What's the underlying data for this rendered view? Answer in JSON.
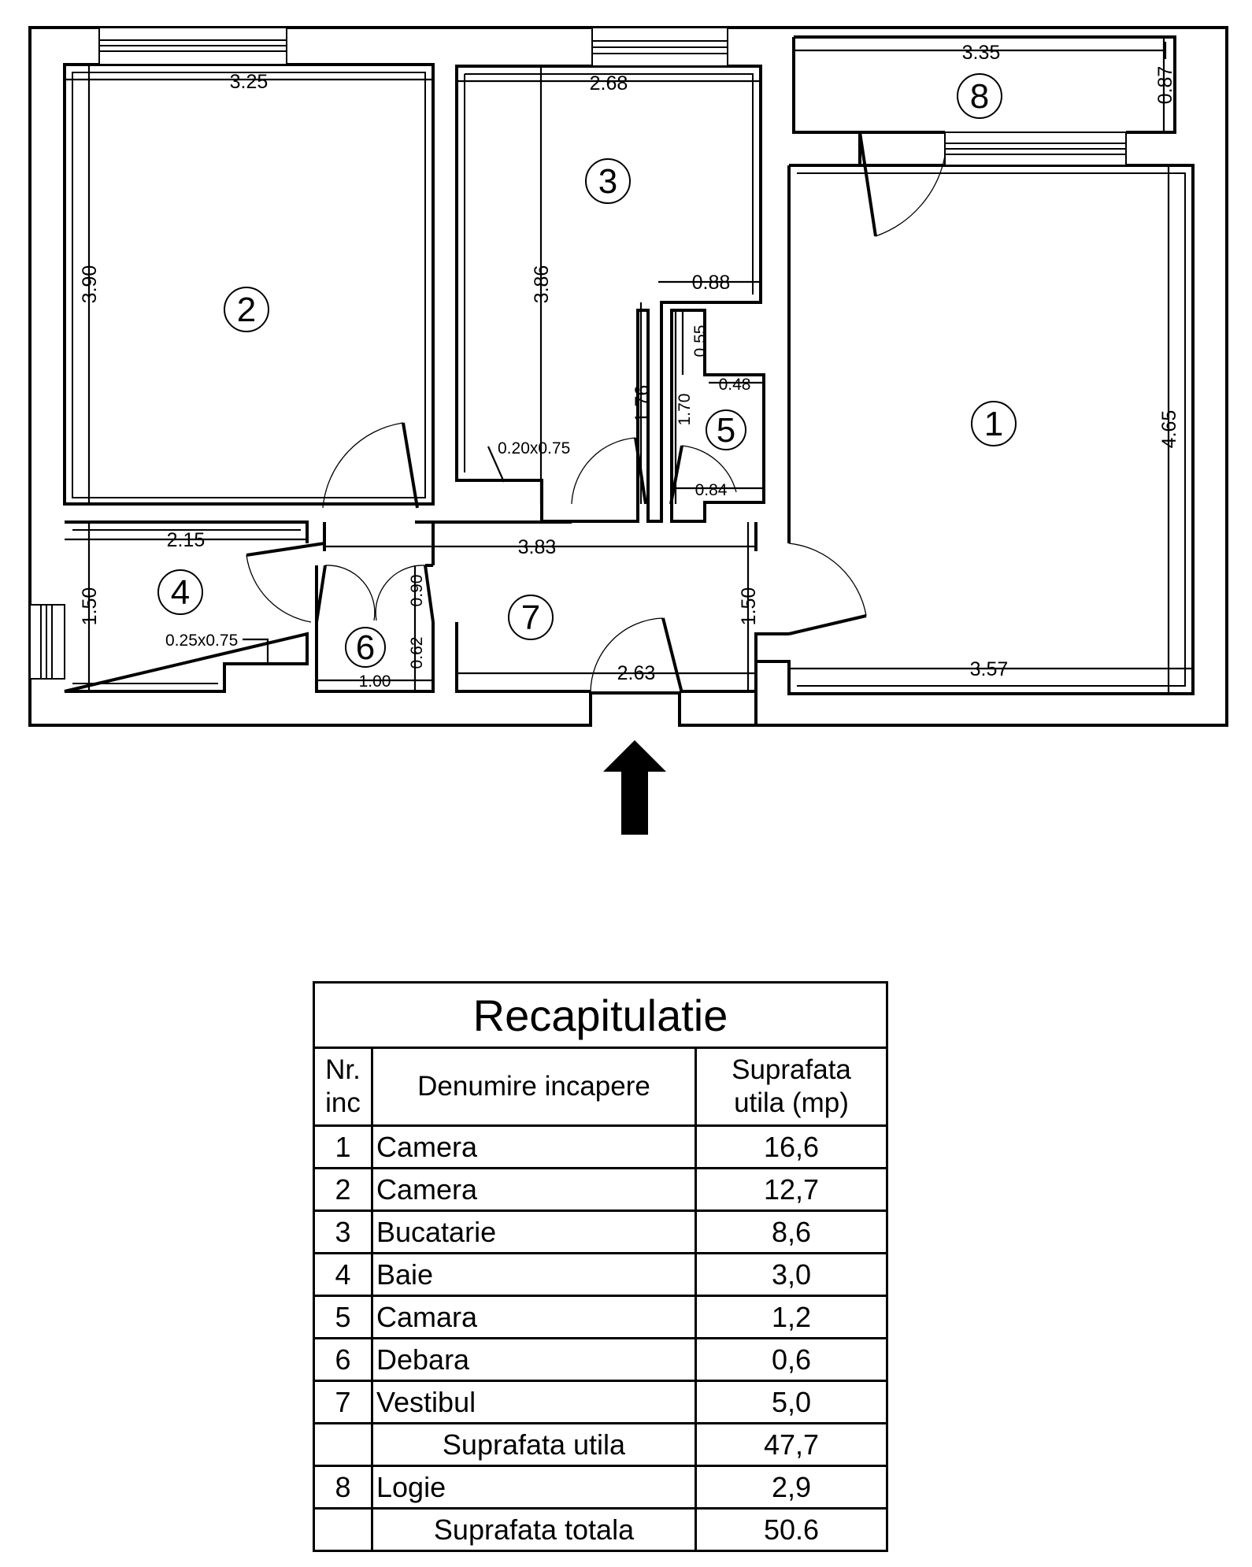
{
  "plan": {
    "dimensions": {
      "d325": "3.25",
      "d268": "2.68",
      "d335": "3.35",
      "d087": "0.87",
      "d390": "3.90",
      "d386": "3.86",
      "d088": "0.88",
      "d055": "0.55",
      "d048": "0.48",
      "d176": "1.76",
      "d170": "1.70",
      "d084": "0.84",
      "d465": "4.65",
      "d215": "2.15",
      "d383": "3.83",
      "d150a": "1.50",
      "d150b": "1.50",
      "d090": "0.90",
      "d062": "0.62",
      "d100": "1.00",
      "d263": "2.63",
      "d357": "3.57",
      "n020x075": "0.20x0.75",
      "n025x075": "0.25x0.75"
    },
    "rooms": [
      {
        "nr": "1"
      },
      {
        "nr": "2"
      },
      {
        "nr": "3"
      },
      {
        "nr": "4"
      },
      {
        "nr": "5"
      },
      {
        "nr": "6"
      },
      {
        "nr": "7"
      },
      {
        "nr": "8"
      }
    ],
    "entrance_icon": "up-arrow-icon"
  },
  "recap": {
    "title": "Recapitulatie",
    "headers": {
      "nr": "Nr.\ninc",
      "name": "Denumire incapere",
      "area": "Suprafata\nutila (mp)"
    },
    "rows": [
      {
        "nr": "1",
        "name": "Camera",
        "area": "16,6"
      },
      {
        "nr": "2",
        "name": "Camera",
        "area": "12,7"
      },
      {
        "nr": "3",
        "name": "Bucatarie",
        "area": "8,6"
      },
      {
        "nr": "4",
        "name": "Baie",
        "area": "3,0"
      },
      {
        "nr": "5",
        "name": "Camara",
        "area": "1,2"
      },
      {
        "nr": "6",
        "name": "Debara",
        "area": "0,6"
      },
      {
        "nr": "7",
        "name": "Vestibul",
        "area": "5,0"
      }
    ],
    "util": {
      "label": "Suprafata utila",
      "area": "47,7"
    },
    "logia": {
      "nr": "8",
      "name": "Logie",
      "area": "2,9"
    },
    "total": {
      "label": "Suprafata totala",
      "area": "50.6"
    }
  }
}
